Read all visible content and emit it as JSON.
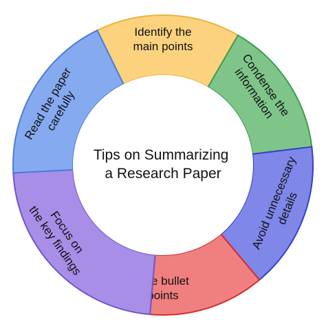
{
  "diagram": {
    "center": {
      "lines": [
        "Tips on Summarizing",
        "a Research Paper"
      ]
    },
    "segments": [
      {
        "id": "identify",
        "lines": [
          "Identify the",
          "main points"
        ],
        "fill": "#fcd27f",
        "stroke": "#e8b43c"
      },
      {
        "id": "condense",
        "lines": [
          "Condense the",
          "information"
        ],
        "fill": "#7fc58a",
        "stroke": "#3f9a4c"
      },
      {
        "id": "avoid",
        "lines": [
          "Avoid unnecessary",
          "details"
        ],
        "fill": "#7f87e9",
        "stroke": "#3341c4"
      },
      {
        "id": "bullets",
        "lines": [
          "Use bullet",
          "points"
        ],
        "fill": "#f08080",
        "stroke": "#d62b2b"
      },
      {
        "id": "findings",
        "lines": [
          "Focus on",
          "the key findings"
        ],
        "fill": "#a98ee8",
        "stroke": "#6e55c9"
      },
      {
        "id": "read",
        "lines": [
          "Read the paper",
          "carefully"
        ],
        "fill": "#86aaf0",
        "stroke": "#4d7ad9"
      }
    ]
  }
}
